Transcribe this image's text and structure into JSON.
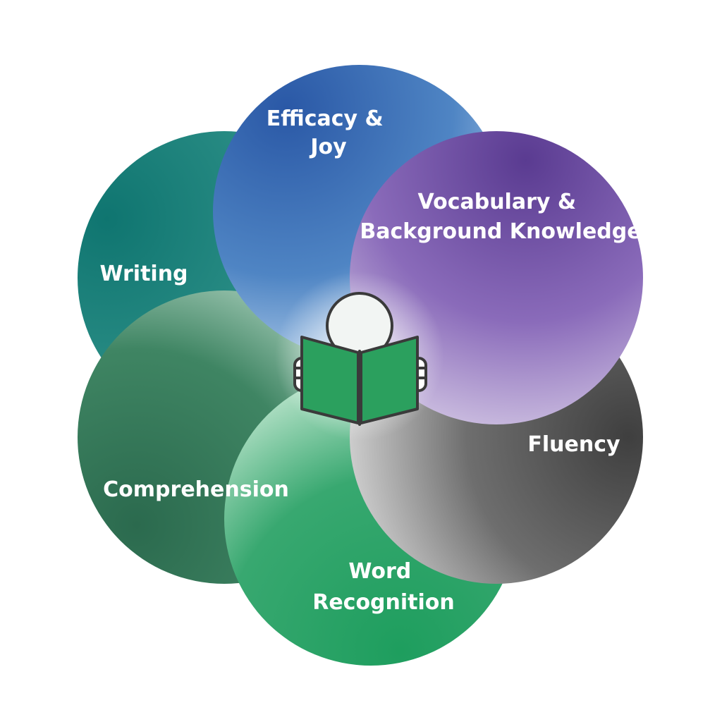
{
  "diagram": {
    "petals": [
      {
        "id": "efficacy",
        "lines": [
          "Efficacy &",
          "Joy"
        ],
        "color_dark": "#2C5FA8",
        "color_light": "#8FB3DD"
      },
      {
        "id": "vocabulary",
        "lines": [
          "Vocabulary &",
          "Background Knowledge"
        ],
        "color_dark": "#5E3F94",
        "color_light": "#B29FD2"
      },
      {
        "id": "fluency",
        "lines": [
          "Fluency"
        ],
        "color_dark": "#4A4A4A",
        "color_light": "#B8B8B8"
      },
      {
        "id": "word-recognition",
        "lines": [
          "Word",
          "Recognition"
        ],
        "color_dark": "#1F9A5E",
        "color_light": "#7FCFA4"
      },
      {
        "id": "comprehension",
        "lines": [
          "Comprehension"
        ],
        "color_dark": "#2E6F52",
        "color_light": "#7DB39A"
      },
      {
        "id": "writing",
        "lines": [
          "Writing"
        ],
        "color_dark": "#127A72",
        "color_light": "#6FB8AE"
      }
    ],
    "center_icon": "reader-with-book-icon",
    "book_color": "#2BA05E",
    "outline_color": "#3A3A3A"
  }
}
